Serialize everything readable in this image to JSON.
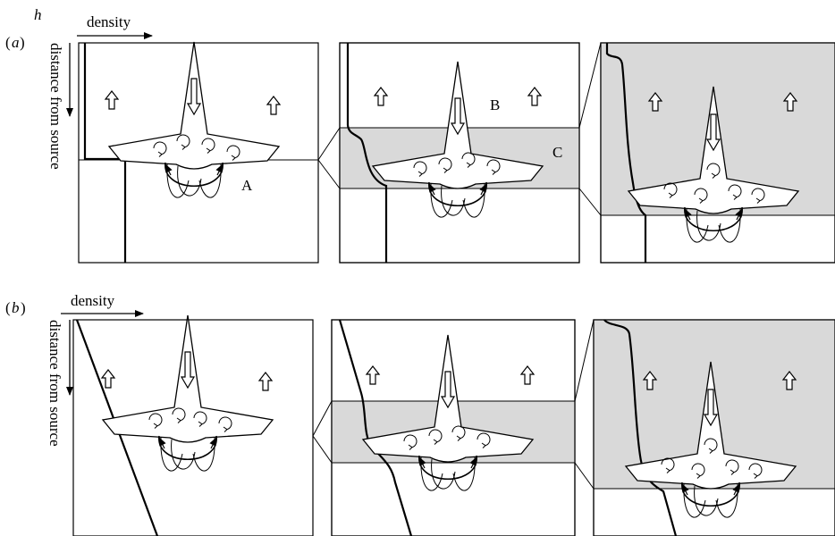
{
  "labels": {
    "h": "h",
    "a_open": "(",
    "a_letter": "a",
    "a_close": ")",
    "b_open": "(",
    "b_letter": "b",
    "b_close": ")",
    "density_a": "density",
    "density_b": "density",
    "distance_a": "distance from source",
    "distance_b": "distance from source",
    "A": "A",
    "B": "B",
    "C": "C"
  },
  "colors": {
    "shaded_layer": "#d9d9d9",
    "stroke": "#000000",
    "background": "#ffffff"
  }
}
